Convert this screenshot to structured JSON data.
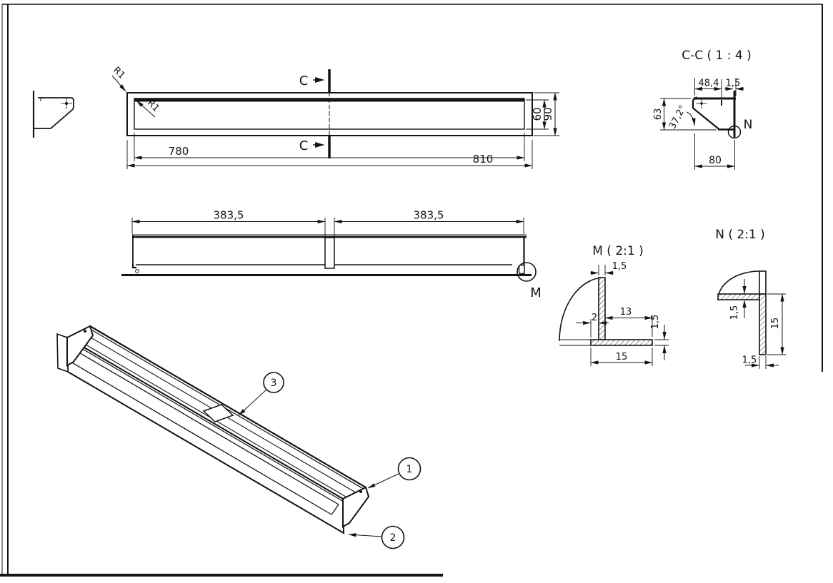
{
  "top_view": {
    "fillet_outer": "R1",
    "fillet_inner": "R1",
    "dim_inner_width": "780",
    "dim_outer_width": "810",
    "dim_inner_height": "60",
    "dim_outer_height": "90",
    "section_label": "C"
  },
  "back_view": {
    "dim_left": "383,5",
    "dim_right": "383,5",
    "detail_label": "M"
  },
  "section_cc": {
    "title": "C-C ( 1 : 4 )",
    "dim_top_width": "48,4",
    "dim_lip": "1,5",
    "dim_depth": "63",
    "dim_angle": "37,2°",
    "dim_bottom_width": "80",
    "detail_label": "N"
  },
  "detail_m": {
    "title": "M ( 2:1 )",
    "dim_wall": "1,5",
    "dim_offset": "2",
    "dim_inner_length": "13",
    "dim_thickness": "1,5",
    "dim_flange_length": "15"
  },
  "detail_n": {
    "title": "N ( 2:1 )",
    "dim_thickness": "1,5",
    "dim_flange_length": "15",
    "dim_wall": "1,5"
  },
  "iso_view": {
    "balloon_1": "1",
    "balloon_2": "2",
    "balloon_3": "3"
  }
}
